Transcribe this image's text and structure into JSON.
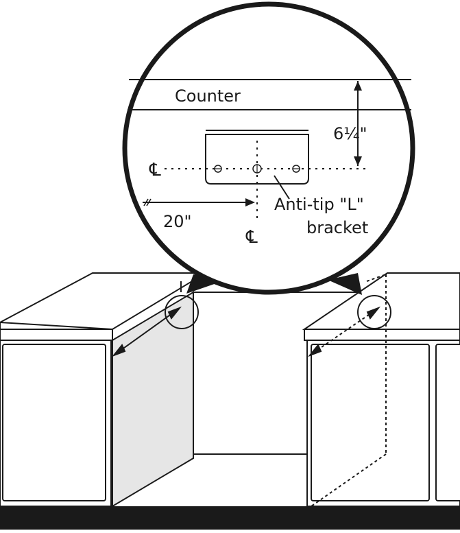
{
  "diagram": {
    "counter_label": "Counter",
    "height_dim_label": "6¼\"",
    "distance_dim_label": "20\"",
    "bracket_label_line1": "Anti-tip \"L\"",
    "bracket_label_line2": "bracket",
    "centerline_symbol": "℄"
  }
}
